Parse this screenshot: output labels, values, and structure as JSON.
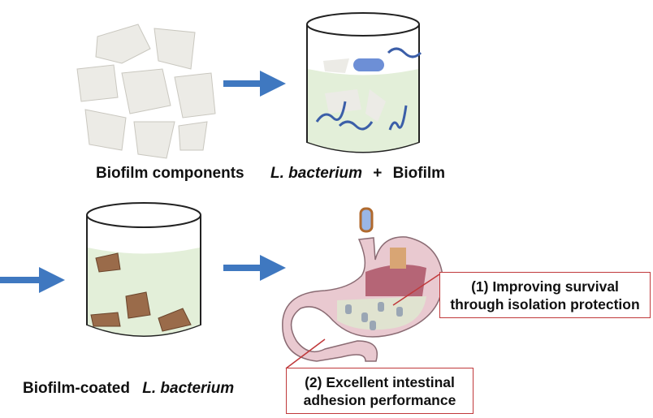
{
  "labels": {
    "biofilm_components": "Biofilm components",
    "bacterium_italic": "L. bacterium",
    "plus": "+",
    "biofilm": "Biofilm",
    "coated_prefix": "Biofilm-coated",
    "coated_bacterium": "L. bacterium"
  },
  "callouts": {
    "survival_line1": "(1) Improving survival",
    "survival_line2": "through isolation protection",
    "adhesion_line1": "(2) Excellent intestinal",
    "adhesion_line2": "adhesion performance"
  },
  "colors": {
    "arrow": "#3f78c0",
    "callout_border": "#c0393b",
    "liquid": "#e3efd9",
    "stomach": "#e9c9d0"
  }
}
